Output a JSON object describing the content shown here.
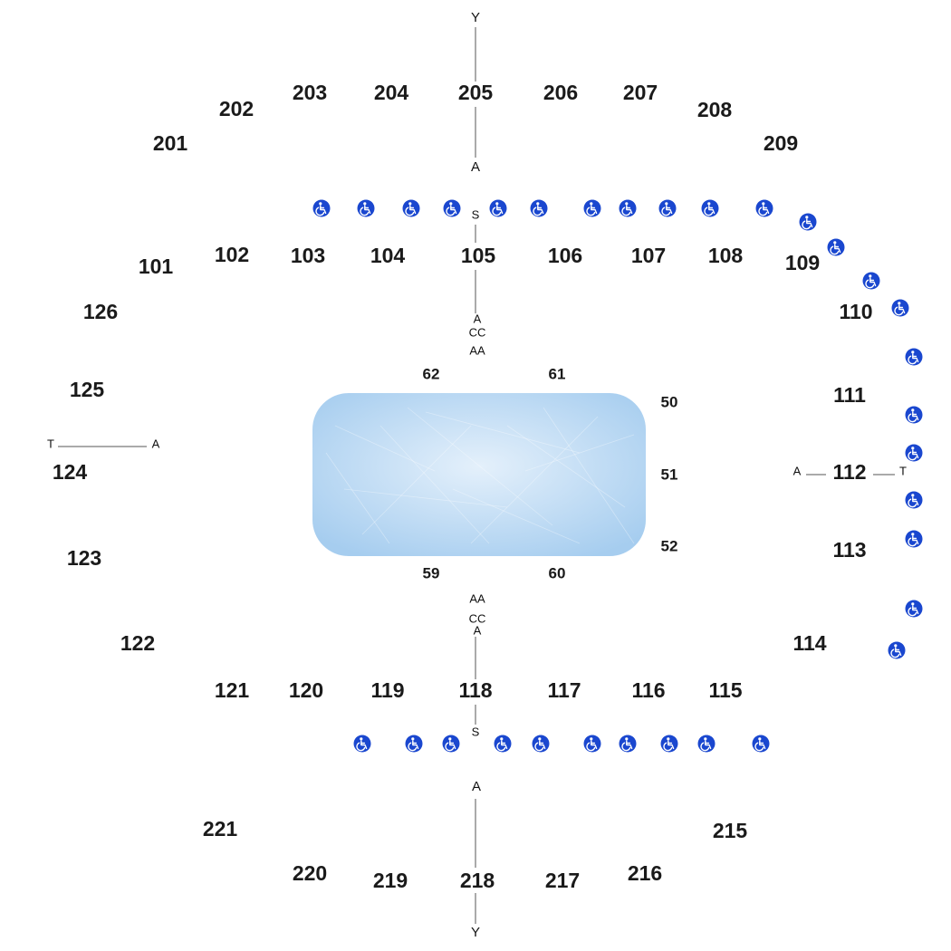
{
  "colors": {
    "ice_light": "#e4f0fb",
    "ice_dark": "#a6cdef",
    "wheelchair": "#1a47cf",
    "text": "#1a1a1a"
  },
  "icons": {
    "accessible": "wheelchair-icon"
  },
  "sections": {
    "upper_top": [
      "201",
      "202",
      "203",
      "204",
      "205",
      "206",
      "207",
      "208",
      "209"
    ],
    "lower": [
      "101",
      "102",
      "103",
      "104",
      "105",
      "106",
      "107",
      "108",
      "109",
      "110",
      "111",
      "112",
      "113",
      "114",
      "115",
      "116",
      "117",
      "118",
      "119",
      "120",
      "121",
      "122",
      "123",
      "124",
      "125",
      "126"
    ],
    "floor": [
      "50",
      "51",
      "52",
      "59",
      "60",
      "61",
      "62"
    ],
    "upper_bottom": [
      "215",
      "216",
      "217",
      "218",
      "219",
      "220",
      "221"
    ]
  },
  "row_markers": {
    "top_axis": {
      "top": "Y",
      "bottom": "A"
    },
    "top_lower": {
      "top": "S",
      "bottom_stack": [
        "A",
        "CC",
        "AA"
      ]
    },
    "bottom_lower": {
      "top_stack": [
        "AA",
        "CC",
        "A"
      ],
      "bottom": "S"
    },
    "bottom_axis": {
      "top": "A",
      "bottom": "Y"
    },
    "left": {
      "left": "T",
      "right": "A"
    },
    "right": {
      "left": "A",
      "right": "T"
    }
  }
}
